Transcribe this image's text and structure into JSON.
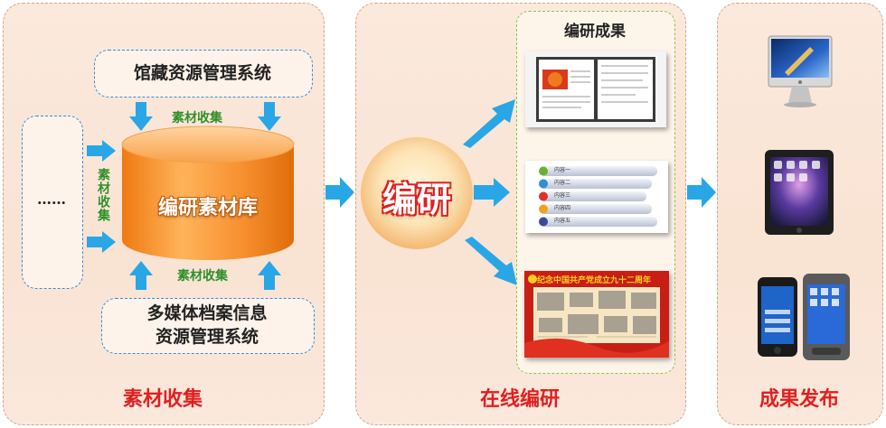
{
  "panels": {
    "collection": {
      "title": "素材收集"
    },
    "editing": {
      "title": "在线编研"
    },
    "publish": {
      "title": "成果发布"
    }
  },
  "sources": {
    "top_system": "馆藏资源管理系统",
    "bottom_system_line1": "多媒体档案信息",
    "bottom_system_line2": "资源管理系统",
    "left_placeholder": "……"
  },
  "labels": {
    "collect_top": "素材收集",
    "collect_bottom": "素材收集",
    "collect_left": "素材收集"
  },
  "database": {
    "label": "编研素材库"
  },
  "editing": {
    "center_label": "编研"
  },
  "results": {
    "title": "编研成果",
    "list_items": [
      "内容一",
      "内容二",
      "内容三",
      "内容四",
      "内容五"
    ],
    "poster_title": "纪念中国共产党成立九十二周年"
  },
  "colors": {
    "accent_red": "#e02020",
    "arrow_blue": "#29a6e6",
    "db_orange": "#f48a1e",
    "green_text": "#2f8f2a"
  }
}
